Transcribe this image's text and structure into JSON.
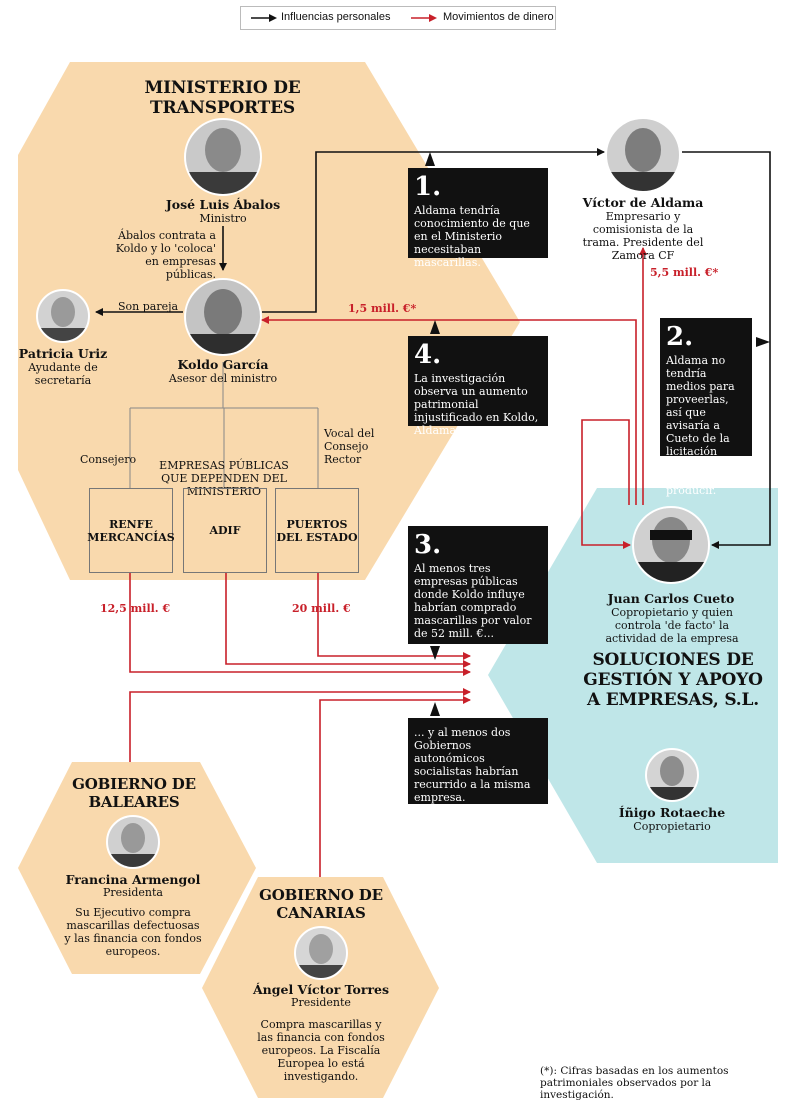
{
  "legend": {
    "personal_label": "Influencias personales",
    "money_label": "Movimientos de dinero"
  },
  "colors": {
    "ministry_bg": "#f9d9ad",
    "company_bg": "#bfe6e8",
    "money_arrow": "#c8202a",
    "personal_arrow": "#111111",
    "callout_bg": "#111111"
  },
  "ministry": {
    "title": "MINISTERIO DE TRANSPORTES",
    "abalos": {
      "name": "José Luis Ábalos",
      "role": "Ministro"
    },
    "abalos_note": "Ábalos contrata a Koldo y lo 'coloca' en empresas públicas.",
    "koldo": {
      "name": "Koldo García",
      "role": "Asesor del ministro"
    },
    "patricia": {
      "name": "Patricia Uriz",
      "role": "Ayudante de secretaría"
    },
    "pareja_label": "Son pareja",
    "consejero_label": "Consejero",
    "vocal_label": "Vocal del Consejo Rector",
    "companies_title": "EMPRESAS PÚBLICAS QUE DEPENDEN DEL MINISTERIO",
    "companies": [
      "RENFE MERCANCÍAS",
      "ADIF",
      "PUERTOS DEL ESTADO"
    ]
  },
  "amounts": {
    "renfe": "12,5 mill. €",
    "puertos": "20 mill. €",
    "koldo": "1,5 mill. €*",
    "aldama": "5,5 mill. €*"
  },
  "aldama": {
    "name": "Víctor de Aldama",
    "role": "Empresario y comisionista de la trama. Presidente del Zamora CF"
  },
  "callouts": [
    {
      "num": "1.",
      "text": "Aldama tendría conocimiento de que en el Ministerio necesitaban mascarillas."
    },
    {
      "num": "2.",
      "text": "Aldama no tendría medios para proveerlas, así que avisaría a Cueto de la licitación exprés que se iba a producir."
    },
    {
      "num": "3.",
      "text": "Al menos tres empresas públicas donde Koldo influye habrían comprado mascarillas por valor de 52 mill. €..."
    },
    {
      "num": "4.",
      "text": "La investigación observa un aumento patrimonial injustificado en Koldo, Aldama y Cueto."
    },
    {
      "num": "",
      "text": "... y al menos dos Gobiernos autonómicos socialistas habrían recurrido a la misma empresa."
    }
  ],
  "company": {
    "cueto": {
      "name": "Juan Carlos Cueto",
      "role": "Copropietario y quien controla 'de facto' la actividad de la empresa"
    },
    "title": "SOLUCIONES DE GESTIÓN Y APOYO A EMPRESAS, S.L.",
    "rotaeche": {
      "name": "Íñigo Rotaeche",
      "role": "Copropietario"
    }
  },
  "baleares": {
    "title": "GOBIERNO DE BALEARES",
    "name": "Francina Armengol",
    "role": "Presidenta",
    "note": "Su Ejecutivo compra mascarillas defectuosas y las financia con fondos europeos."
  },
  "canarias": {
    "title": "GOBIERNO DE CANARIAS",
    "name": "Ángel Víctor Torres",
    "role": "Presidente",
    "note": "Compra mascarillas y las financia con fondos europeos. La Fiscalía Europea lo está investigando."
  },
  "footnote": "(*): Cifras basadas en los aumentos patrimoniales observados por la investigación."
}
